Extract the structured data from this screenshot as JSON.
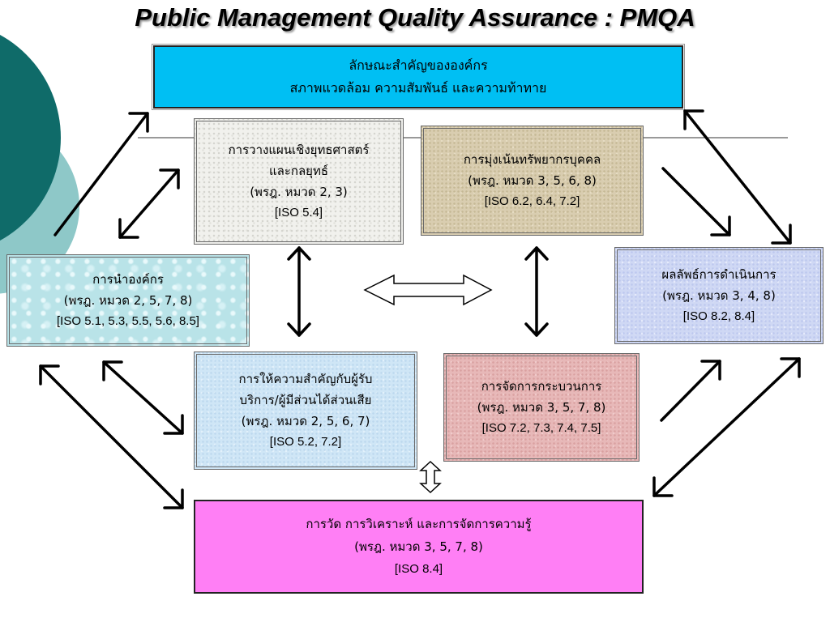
{
  "title": "Public Management Quality Assurance : PMQA",
  "boxes": {
    "profile": {
      "line1": "ลักษณะสำคัญขององค์กร",
      "line2": "สภาพแวดล้อม  ความสัมพันธ์  และความท้าทาย"
    },
    "strategic_planning": {
      "line1": "การวางแผนเชิงยุทธศาสตร์",
      "line2": "และกลยุทธ์",
      "line3": "(พรฎ.  หมวด  2, 3)",
      "line4": "[ISO  5.4]"
    },
    "hr_focus": {
      "line1": "การมุ่งเน้นทรัพยากรบุคคล",
      "line2": "(พรฎ.  หมวด  3,  5,  6,  8)",
      "line3": "[ISO  6.2,  6.4,  7.2]"
    },
    "leadership": {
      "line1": "การนำองค์กร",
      "line2": "(พรฎ.  หมวด  2,  5,  7,  8)",
      "line3": "[ISO 5.1,  5.3,  5.5,  5.6,  8.5]"
    },
    "results": {
      "line1": "ผลลัพธ์การดำเนินการ",
      "line2": "(พรฎ.  หมวด  3,  4,  8)",
      "line3": "[ISO  8.2,  8.4]"
    },
    "customer_focus": {
      "line1": "การให้ความสำคัญกับผู้รับ",
      "line2": "บริการ/ผู้มีส่วนได้ส่วนเสีย",
      "line3": "(พรฎ. หมวด 2, 5, 6, 7)",
      "line4": "[ISO   5.2,  7.2]"
    },
    "process_management": {
      "line1": "การจัดการกระบวนการ",
      "line2": "(พรฎ. หมวด 3, 5, 7, 8)",
      "line3": "[ISO 7.2, 7.3, 7.4, 7.5]"
    },
    "measurement": {
      "line1": "การวัด  การวิเคราะห์  และการจัดการความรู้",
      "line2": "(พรฎ. หมวด 3, 5, 7, 8)",
      "line3": "[ISO    8.4]"
    }
  },
  "colors": {
    "profile_bg": "#00bff3",
    "strategic_bg": "#f1f1ed",
    "hr_bg": "#d9cdb0",
    "leadership_bg": "#b9e3e8",
    "results_bg": "#cfd8f4",
    "customer_bg": "#cfe6f6",
    "process_bg": "#e7b8b8",
    "measurement_bg": "#ff7ff5",
    "circle_dark": "#0f6b69",
    "circle_light": "#8cc7c7"
  }
}
